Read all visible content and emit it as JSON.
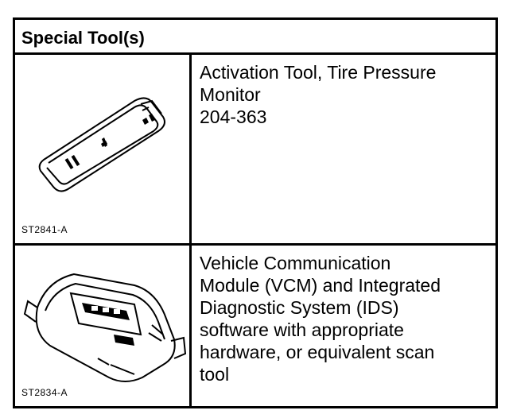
{
  "header": {
    "title": "Special Tool(s)"
  },
  "rows": [
    {
      "description_lines": [
        "Activation Tool, Tire Pressure",
        "Monitor",
        "204-363"
      ],
      "illustration_code": "ST2841-A",
      "illustration_icon": "tpms-activation-tool-icon"
    },
    {
      "description_lines": [
        "Vehicle Communication",
        "Module (VCM) and Integrated",
        "Diagnostic System (IDS)",
        "software with appropriate",
        "hardware, or equivalent scan",
        "tool"
      ],
      "illustration_code": "ST2834-A",
      "illustration_icon": "vcm-module-icon"
    }
  ]
}
